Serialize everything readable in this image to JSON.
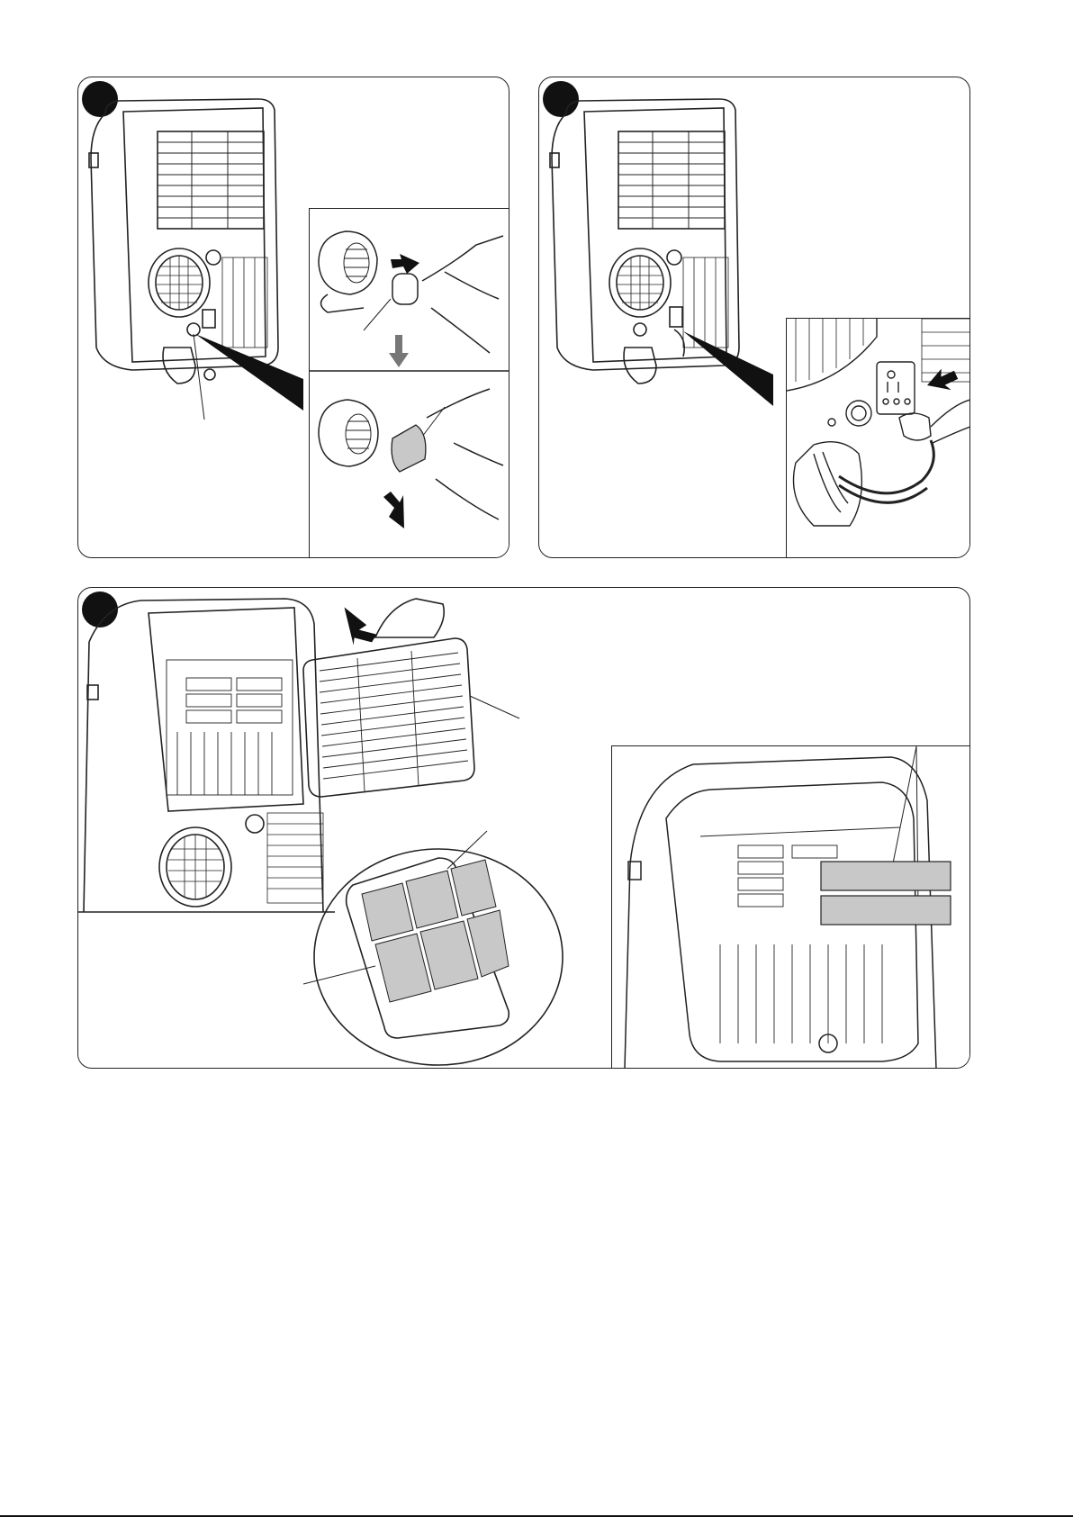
{
  "document": {
    "type": "manual-illustration-page",
    "figures": [
      {
        "badge_color": "#111111",
        "description_icon": "air-conditioner-rear-drain-plug"
      },
      {
        "badge_color": "#111111",
        "description_icon": "air-conditioner-power-socket"
      },
      {
        "badge_color": "#111111",
        "description_icon": "air-conditioner-filter-removal"
      }
    ],
    "colors": {
      "line": "#222222",
      "shade": "#c8c8c8",
      "panel_bg": "#ffffff"
    }
  }
}
